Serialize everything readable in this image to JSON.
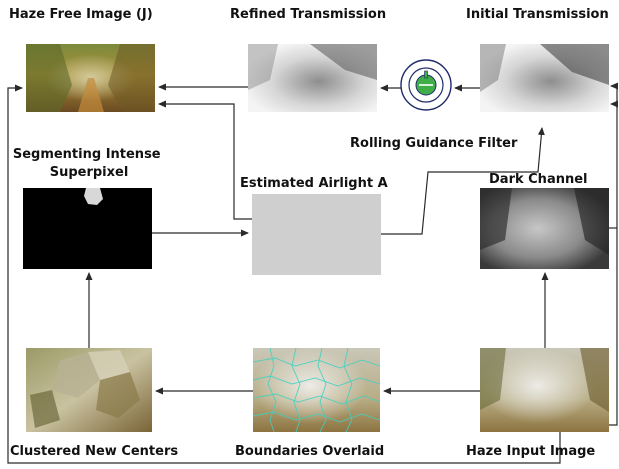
{
  "labels": {
    "haze_free": "Haze Free Image (J)",
    "refined": "Refined Transmission",
    "initial": "Initial Transmission",
    "rgf": "Rolling Guidance Filter",
    "segmenting_1": "Segmenting Intense",
    "segmenting_2": "Superpixel",
    "airlight": "Estimated Airlight A",
    "dark_channel": "Dark Channel",
    "clustered": "Clustered New Centers",
    "boundaries": "Boundaries Overlaid",
    "haze_input": "Haze Input Image"
  },
  "colors": {
    "arrow": "#2a2a2a",
    "airlight_fill": "#cfcfcf",
    "segment_mask": "#000000",
    "filter_icon": "#3fae49",
    "filter_ring": "#1f2a6b",
    "superpixel_edges": "#3fd1c0"
  },
  "icons": {
    "filter": "rolling-filter-icon"
  }
}
